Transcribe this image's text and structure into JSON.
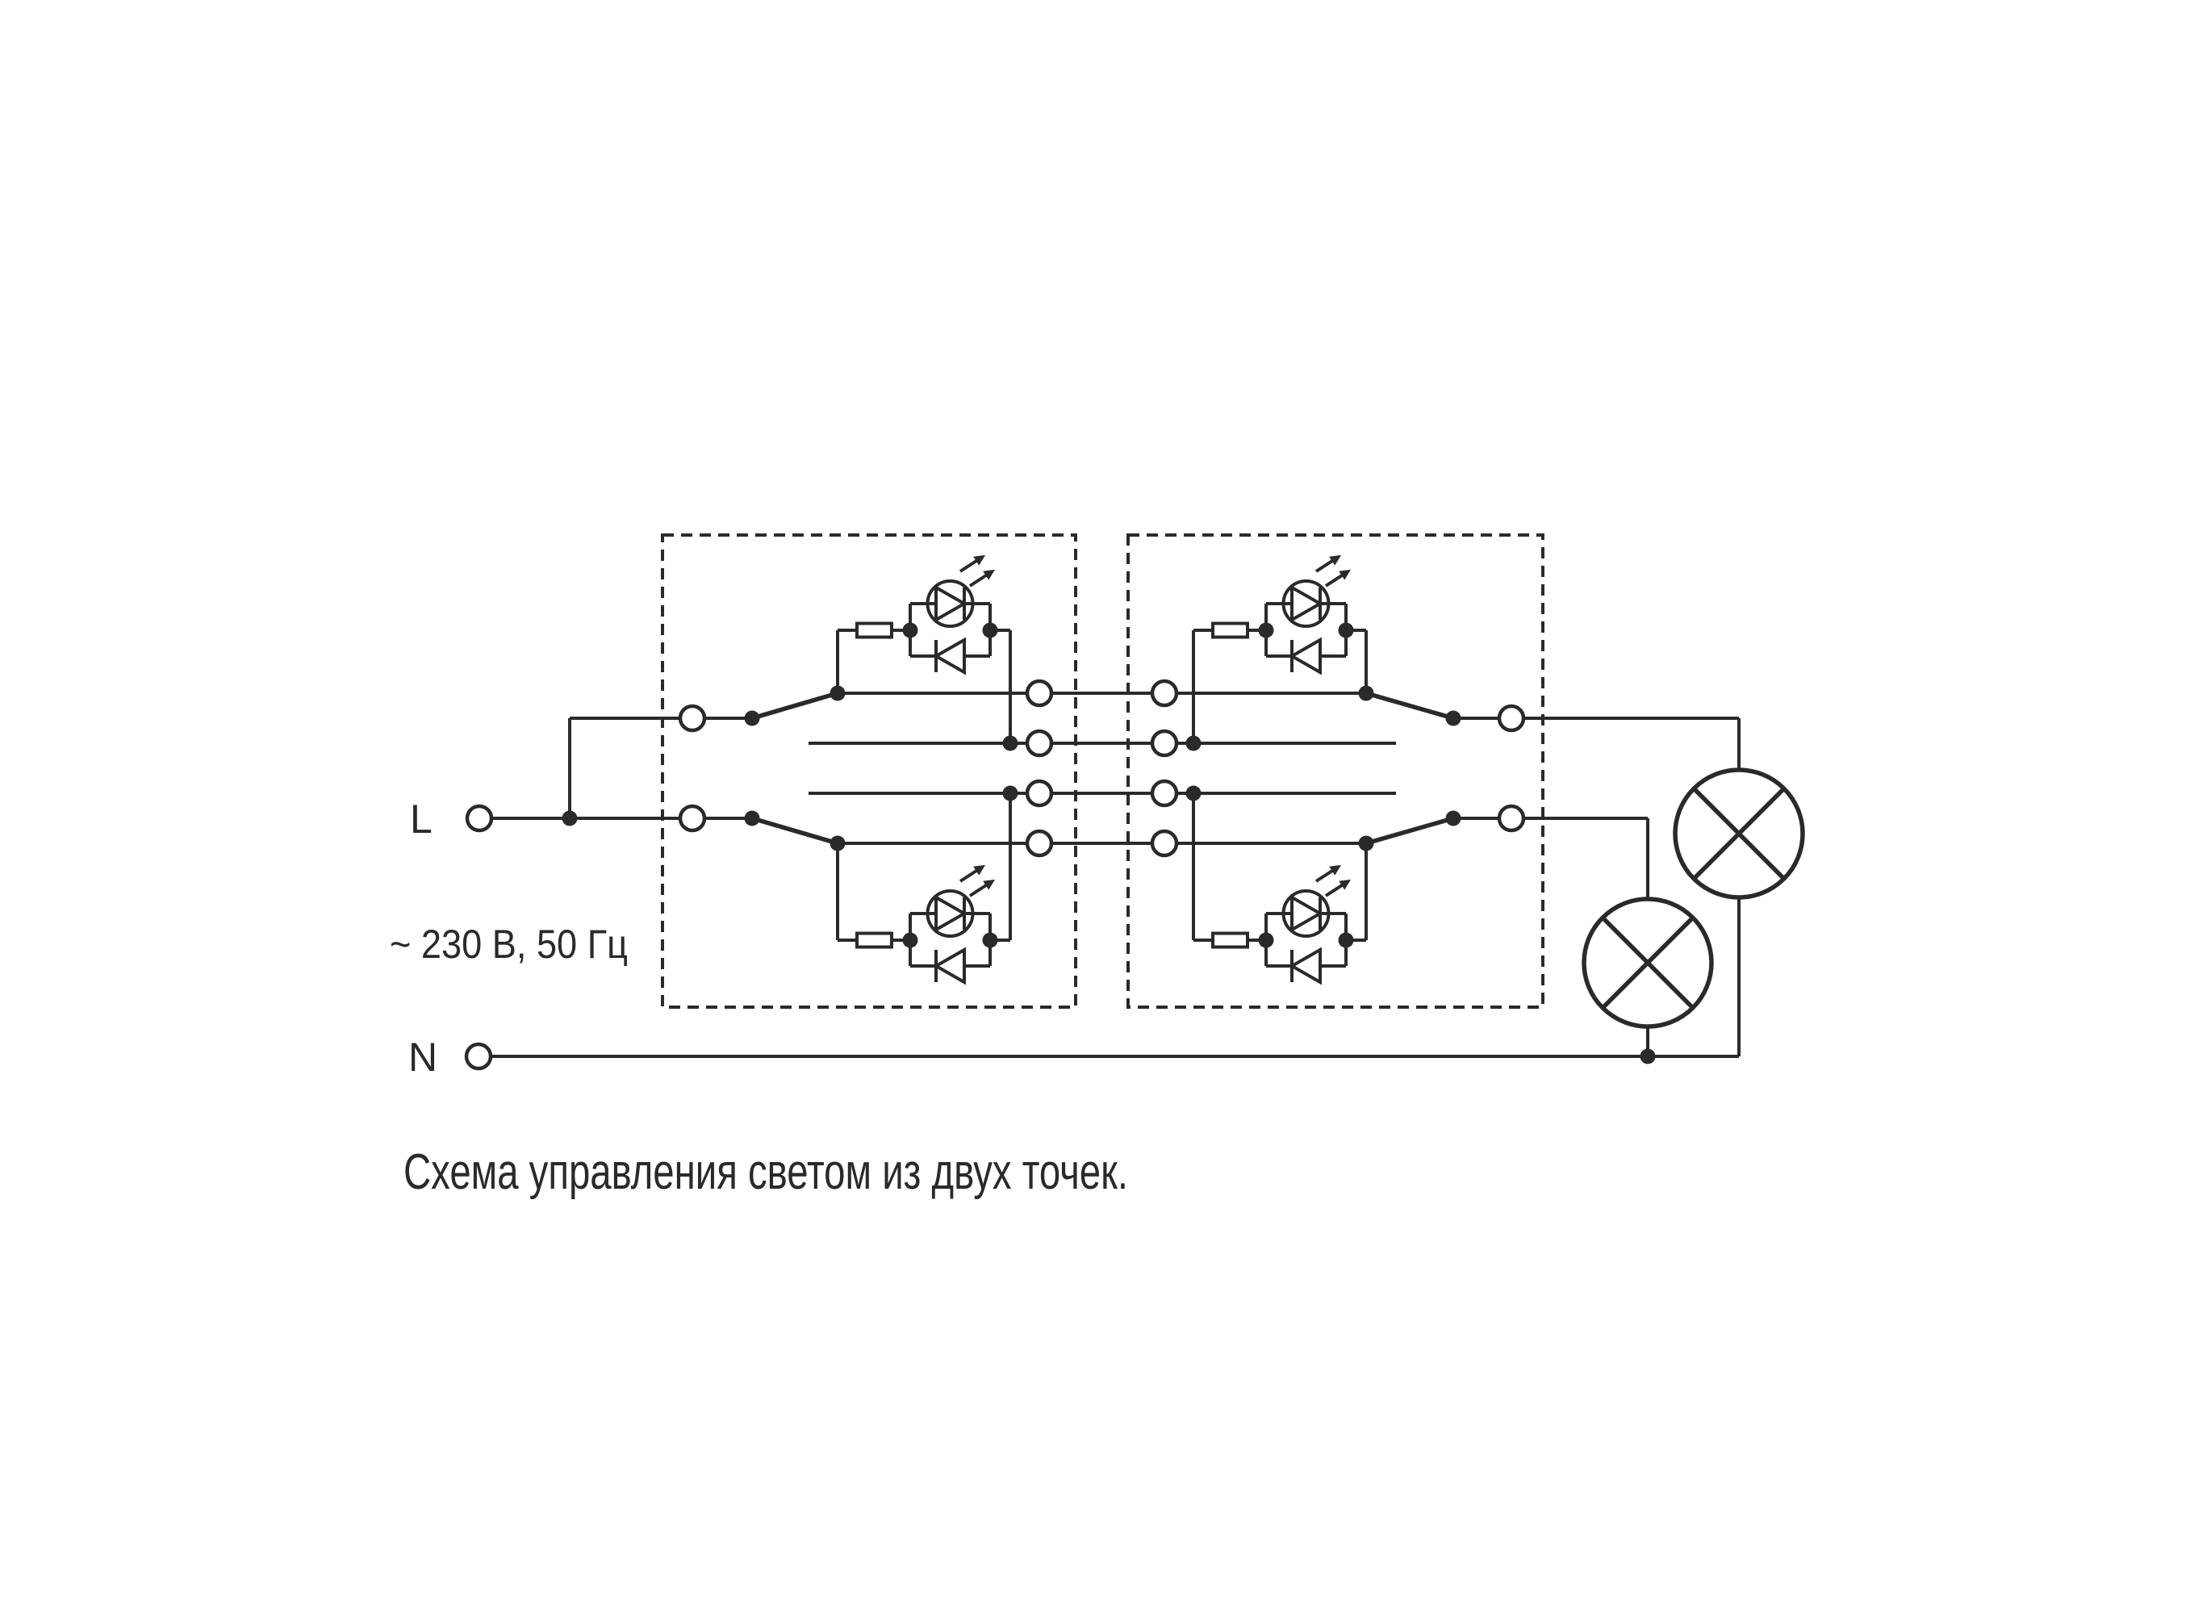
{
  "labels": {
    "line_terminal": "L",
    "neutral_terminal": "N",
    "voltage_rating": "~ 230 В, 50 Гц",
    "caption": "Схема управления светом из двух точек."
  },
  "colors": {
    "ink": "#2b2a29",
    "background": "#ffffff"
  },
  "components": {
    "switch_units": [
      {
        "name": "switch-unit-1"
      },
      {
        "name": "switch-unit-2"
      }
    ],
    "lamps": [
      {
        "name": "lamp-1"
      },
      {
        "name": "lamp-2"
      }
    ],
    "icons": [
      "terminal-circle-icon",
      "junction-dot-icon",
      "resistor-icon",
      "led-icon",
      "diode-icon",
      "lamp-icon",
      "light-arrows-icon"
    ]
  }
}
